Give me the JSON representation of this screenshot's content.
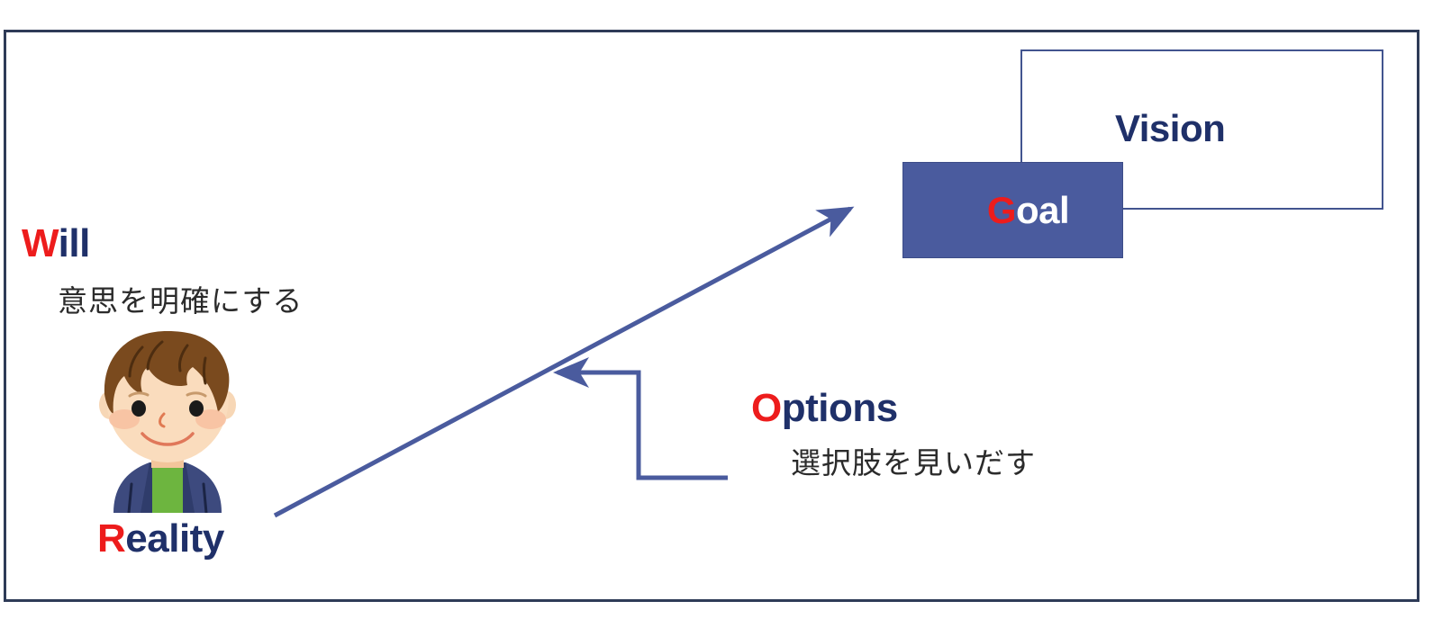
{
  "diagram": {
    "title": "GROW coaching model diagram",
    "frame": {
      "border_color": "#2e3b57"
    },
    "labels": {
      "will": {
        "lead": "W",
        "rest": "ill",
        "jp": "意思を明確にする"
      },
      "reality": {
        "lead": "R",
        "rest": "eality"
      },
      "options": {
        "lead": "O",
        "rest": "ptions",
        "jp": "選択肢を見いだす"
      },
      "goal": {
        "lead": "G",
        "rest": "oal"
      },
      "vision": {
        "text": "Vision"
      }
    },
    "colors": {
      "accent_red": "#ed1c1c",
      "navy_text": "#1f3069",
      "goal_fill": "#4a5b9e",
      "box_stroke": "#42548f",
      "connector": "#4a5b9e",
      "frame": "#2e3b57",
      "jacket": "#3d4a7e",
      "shirt": "#6db53f",
      "hair": "#7a4a1e",
      "skin": "#f7d7b6"
    },
    "shapes": {
      "goal_box": {
        "label": "Goal",
        "fill": "filled",
        "text_color": "#ffffff"
      },
      "vision_box": {
        "label": "Vision",
        "fill": "outline",
        "text_color": "#1f3069"
      }
    },
    "connectors": [
      {
        "name": "reality-to-goal-arrow",
        "from": "Reality",
        "to": "Goal",
        "style": "straight-arrow"
      },
      {
        "name": "options-elbow-arrow",
        "from": "Options",
        "to": "reality-to-goal-arrow",
        "style": "elbow-arrow"
      },
      {
        "name": "goal-to-vision-link",
        "from": "Goal",
        "to": "Vision",
        "style": "plain-line"
      }
    ],
    "person": {
      "name": "person-illustration",
      "description": "smiling boy with brown hair, navy jacket, green shirt"
    }
  }
}
